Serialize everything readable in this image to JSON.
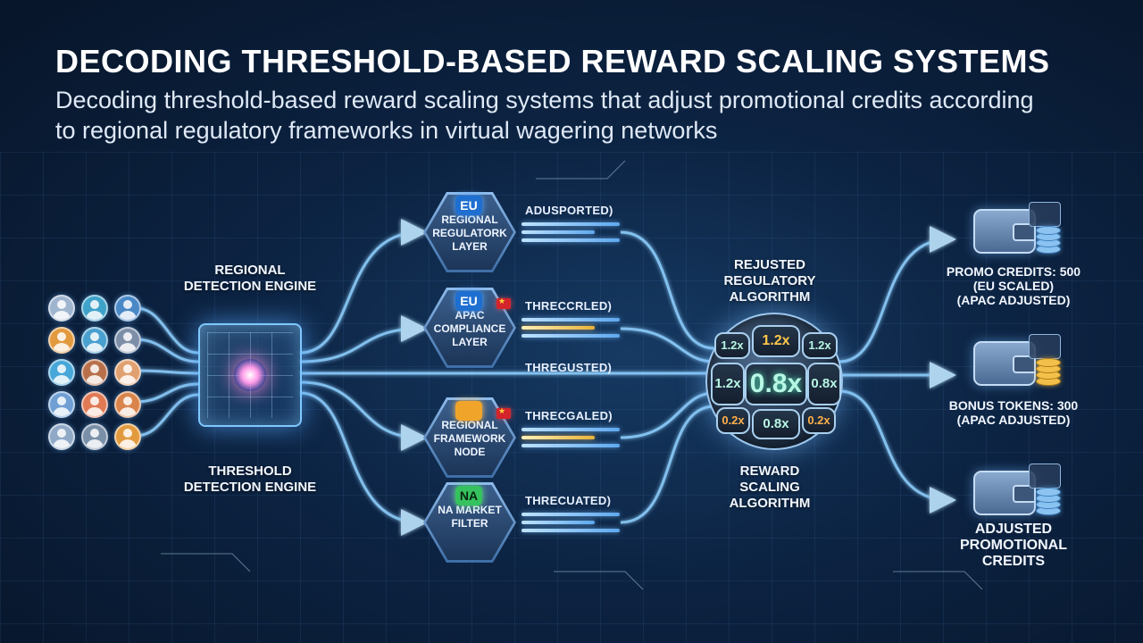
{
  "header": {
    "title": "DECODING THRESHOLD-BASED REWARD SCALING SYSTEMS",
    "subtitle": "Decoding threshold-based reward scaling systems that adjust promotional credits according to regional regulatory frameworks in virtual wagering networks"
  },
  "users": {
    "grid": [
      [
        "#9fb4cf",
        "#3fa2c8",
        "#4a88c6"
      ],
      [
        "#e29a3e",
        "#4aa0cf",
        "#7d8fa8"
      ],
      [
        "#47a7d8",
        "#b8704b",
        "#e0a070"
      ],
      [
        "#6f9fd3",
        "#e07a55",
        "#d9844a"
      ],
      [
        "#8fa9c6",
        "#7a8fa8",
        "#e29a3e"
      ]
    ]
  },
  "engines": {
    "regional_label": "REGIONAL DETECTION ENGINE",
    "threshold_label": "THRESHOLD DETECTION ENGINE",
    "cube_icon": "processor-cube-icon"
  },
  "layers": [
    {
      "badge": "EU",
      "badge_color": "blue",
      "flag": false,
      "label": "REGIONAL REGULATORK LAYER",
      "threshold": "ADUSPORTED)"
    },
    {
      "badge": "EU",
      "badge_color": "blue",
      "flag": true,
      "label": "APAC COMPLIANCE LAYER",
      "threshold": "THRECCRLED)"
    },
    {
      "badge": "",
      "badge_color": "orange",
      "flag": true,
      "label": "REGIONAL FRAMEWORK NODE",
      "threshold": "THRECGALED)"
    },
    {
      "badge": "NA",
      "badge_color": "green",
      "flag": false,
      "label": "NA MARKET FILTER",
      "threshold": "THRECUATED)"
    }
  ],
  "direct_threshold": "THREGUSTED)",
  "algorithm": {
    "top_label": "REJUSTED REGULATORY ALGORITHM",
    "bottom_label": "REWARD SCALING ALGORITHM",
    "tiles": {
      "top": "1.2x",
      "top_left": "1.2x",
      "top_right": "1.2x",
      "left": "1.2x",
      "center": "0.8x",
      "right": "0.8x",
      "bottom": "0.8x",
      "bottom_left": "0.2x",
      "bottom_right": "0.2x"
    }
  },
  "outputs": [
    {
      "lines": [
        "PROMO CREDITS: 500",
        "(EU SCALED)",
        "(APAC ADJUSTED)"
      ],
      "coin": "blue",
      "icon": "wallet-icon"
    },
    {
      "lines": [
        "BONUS TOKENS: 300",
        "(APAC ADJUSTED)"
      ],
      "coin": "gold",
      "icon": "wallet-icon"
    },
    {
      "lines": [
        "ADJUSTED",
        "PROMOTIONAL",
        "CREDITS"
      ],
      "coin": "blue",
      "icon": "wallet-icon"
    }
  ],
  "colors": {
    "flow": "#8fd0ff",
    "accent_warm": "#e8b23a",
    "background": "#0c2342"
  }
}
